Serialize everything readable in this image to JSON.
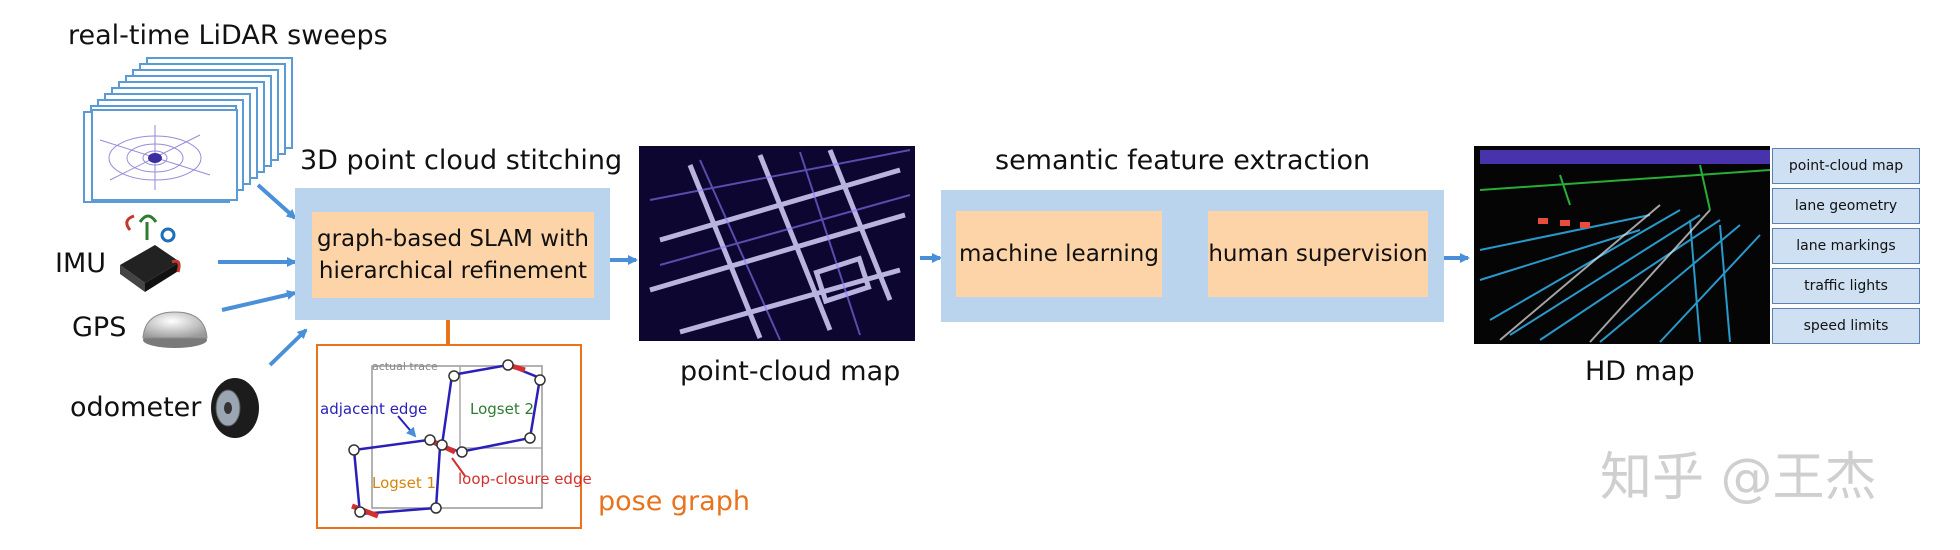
{
  "inputs": {
    "lidar_label": "real-time LiDAR sweeps",
    "imu_label": "IMU",
    "gps_label": "GPS",
    "odometer_label": "odometer"
  },
  "stitching": {
    "title": "3D point cloud stitching",
    "slam_line1": "graph-based SLAM with",
    "slam_line2": "hierarchical refinement"
  },
  "pose_graph": {
    "label": "pose graph",
    "actual_trace": "actual trace",
    "adjacent_edge": "adjacent edge",
    "logset2": "Logset 2",
    "logset1": "Logset 1",
    "loop_closure_edge": "loop-closure edge"
  },
  "point_cloud": {
    "caption": "point-cloud map"
  },
  "semantic": {
    "title": "semantic feature extraction",
    "machine_learning": "machine learning",
    "human_supervision": "human supervision"
  },
  "hd_map": {
    "caption": "HD map",
    "layers": [
      "point-cloud map",
      "lane geometry",
      "lane markings",
      "traffic lights",
      "speed limits"
    ]
  },
  "watermark": "知乎 @王杰",
  "colors": {
    "panel": "#b9d4ec",
    "box": "#fdd4a8",
    "blue_arrow": "#4a90d9",
    "orange_arrow": "#e8731c",
    "pose_border": "#e8731c"
  }
}
